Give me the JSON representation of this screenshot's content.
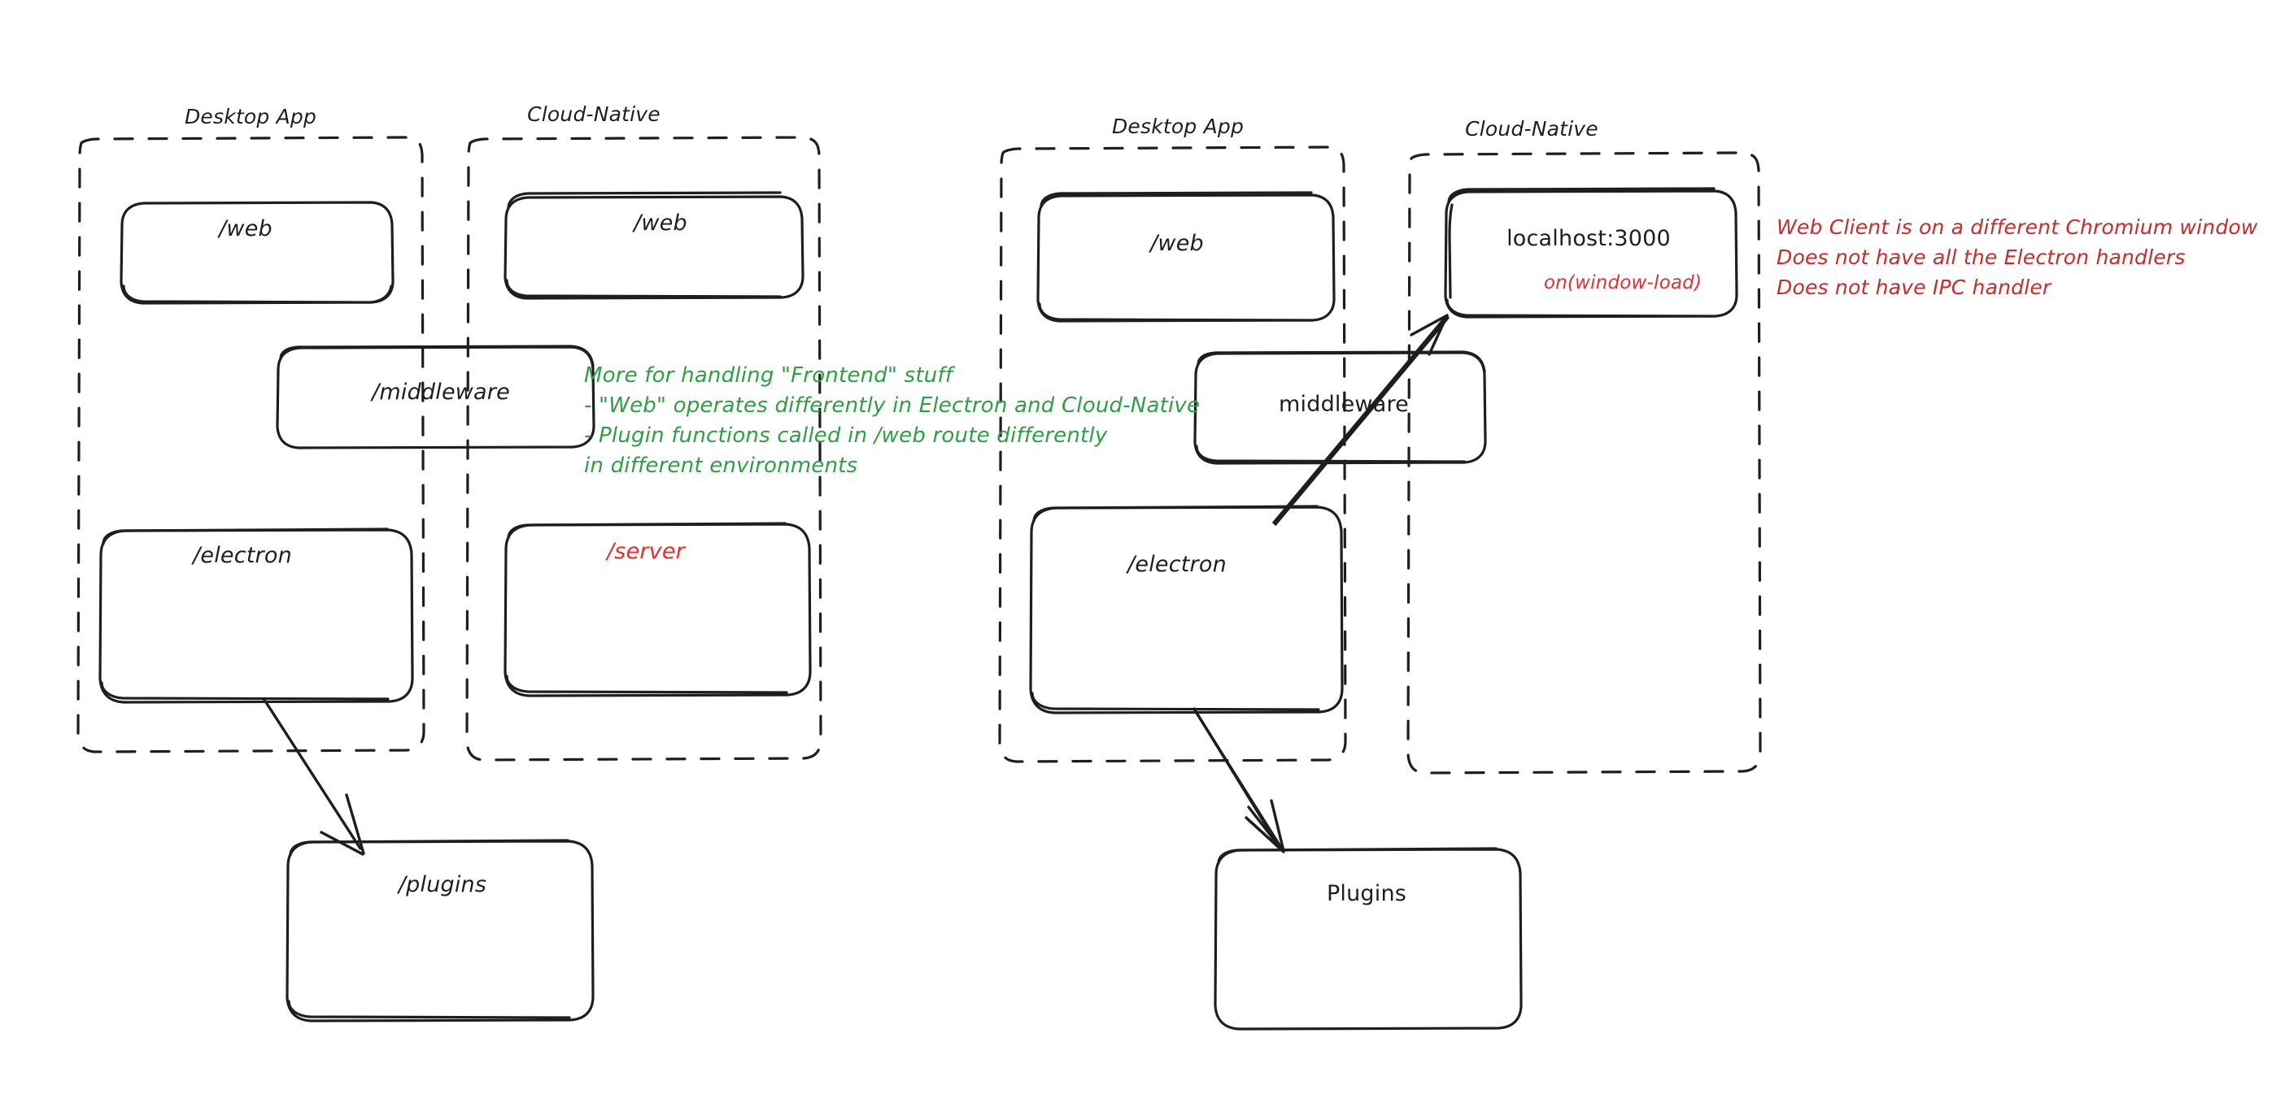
{
  "diagram": {
    "title_hidden": "Electron vs Cloud-Native architecture sketch",
    "background": "#ffffff",
    "stroke_color": "#1e1e1e",
    "accent_green": "#2f9e44",
    "accent_red": "#e03131",
    "note_red": "#c92a2a"
  },
  "left_side": {
    "groups": [
      {
        "id": "left-desktop-app",
        "title": "Desktop App"
      },
      {
        "id": "left-cloud-native",
        "title": "Cloud-Native"
      }
    ],
    "boxes": [
      {
        "id": "left-desktop-web",
        "label": "/web",
        "color": "#1e1e1e"
      },
      {
        "id": "left-cloud-web",
        "label": "/web",
        "color": "#1e1e1e"
      },
      {
        "id": "left-middleware",
        "label": "/middleware",
        "color": "#1e1e1e"
      },
      {
        "id": "left-electron",
        "label": "/electron",
        "color": "#1e1e1e"
      },
      {
        "id": "left-server",
        "label": "/server",
        "color": "#e03131"
      },
      {
        "id": "left-plugins",
        "label": "/plugins",
        "color": "#1e1e1e"
      }
    ],
    "note_green": {
      "lines": [
        "More for handling \"Frontend\" stuff",
        "- \"Web\" operates differently in Electron and Cloud-Native",
        "- Plugin functions called in /web route differently",
        "in different environments"
      ]
    }
  },
  "right_side": {
    "groups": [
      {
        "id": "right-desktop-app",
        "title": "Desktop App"
      },
      {
        "id": "right-cloud-native",
        "title": "Cloud-Native"
      }
    ],
    "boxes": [
      {
        "id": "right-desktop-web",
        "label": "/web",
        "color": "#1e1e1e"
      },
      {
        "id": "right-localhost",
        "label": "localhost:3000",
        "sublabel": "on(window-load)",
        "color": "#1e1e1e",
        "sublabel_color": "#e03131"
      },
      {
        "id": "right-middleware",
        "label": "middleware",
        "color": "#1e1e1e"
      },
      {
        "id": "right-electron",
        "label": "/electron",
        "color": "#1e1e1e"
      },
      {
        "id": "right-plugins",
        "label": "Plugins",
        "color": "#1e1e1e"
      }
    ],
    "note_red": {
      "lines": [
        "Web Client is on a different Chromium window",
        "Does not have all the Electron handlers",
        "Does not have IPC handler"
      ]
    }
  },
  "connectors": [
    {
      "id": "arrow-left-electron-to-plugins",
      "from": "left-electron",
      "to": "left-plugins",
      "style": "solid-arrow"
    },
    {
      "id": "arrow-right-electron-to-plugins",
      "from": "right-electron",
      "to": "right-plugins",
      "style": "solid-arrow"
    },
    {
      "id": "arrow-right-electron-to-localhost",
      "from": "right-electron",
      "to": "right-localhost",
      "style": "solid-arrow"
    }
  ]
}
